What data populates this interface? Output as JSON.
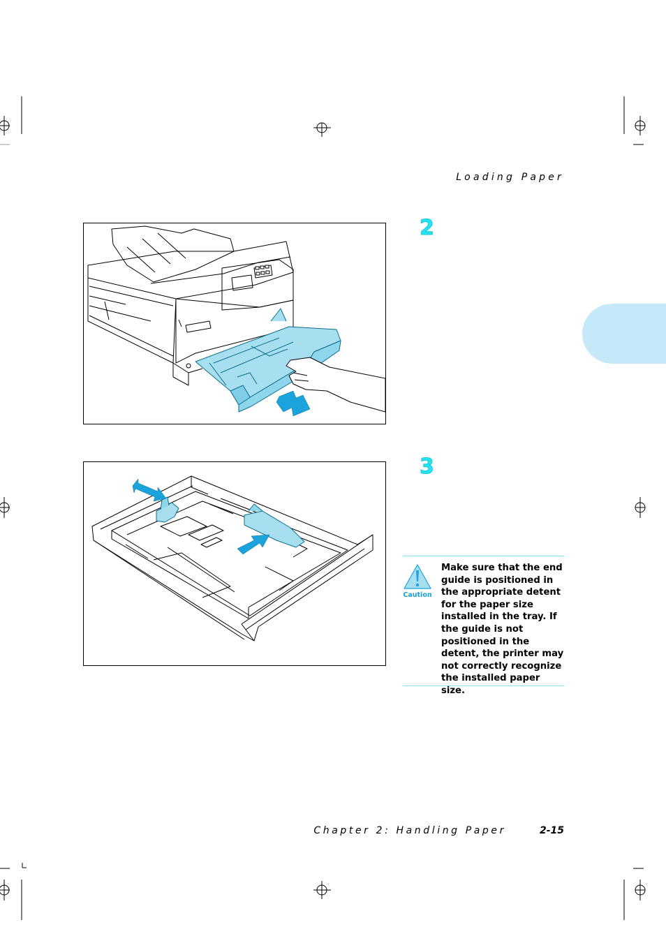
{
  "header": {
    "section_title": "Loading Paper"
  },
  "steps": [
    {
      "number": "2"
    },
    {
      "number": "3"
    }
  ],
  "caution": {
    "label": "Caution",
    "icon": "caution-triangle-icon",
    "text": "Make sure that the end guide is positioned in the appropriate detent for the paper size installed in the tray. If the guide is not positioned in the detent, the printer may not correctly recognize the installed paper size."
  },
  "footer": {
    "chapter": "Chapter 2: Handling Paper",
    "page": "2-15"
  },
  "colors": {
    "accent": "#27e3f0",
    "highlight": "#a8dff0",
    "arrow": "#1aa3dc",
    "tab": "#c5e9f8"
  }
}
